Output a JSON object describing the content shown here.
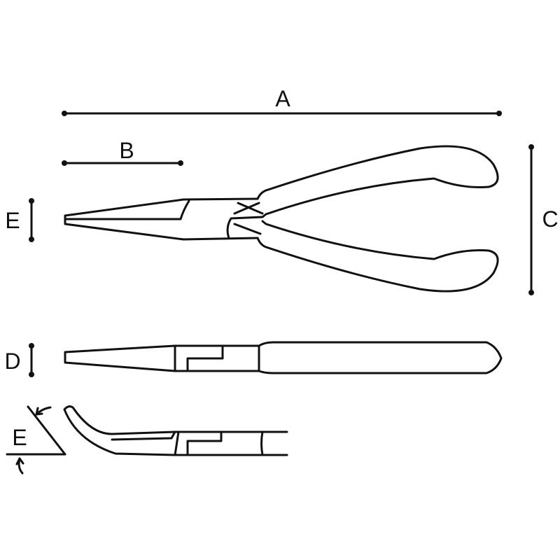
{
  "labels": {
    "a": "A",
    "b": "B",
    "c": "C",
    "d": "D",
    "e_top": "E",
    "e_bottom": "E"
  },
  "colors": {
    "line": "#111111",
    "background": "#ffffff"
  }
}
